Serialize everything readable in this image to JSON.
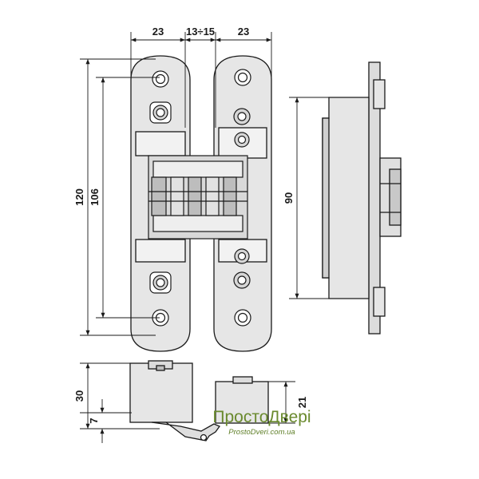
{
  "dimensions": {
    "width_left": "23",
    "gap": "13÷15",
    "width_right": "23",
    "total_height": "120",
    "hole_spacing": "106",
    "body_height": "90",
    "depth": "30",
    "offset": "7",
    "side_depth": "21"
  },
  "watermark": {
    "title": "ПростоДвері",
    "url": "ProstoDveri.com.ua"
  },
  "colors": {
    "line": "#1a1a1a",
    "fill": "#e6e6e6",
    "fill_dark": "#cfcfcf",
    "watermark": "#6a8a2e"
  }
}
